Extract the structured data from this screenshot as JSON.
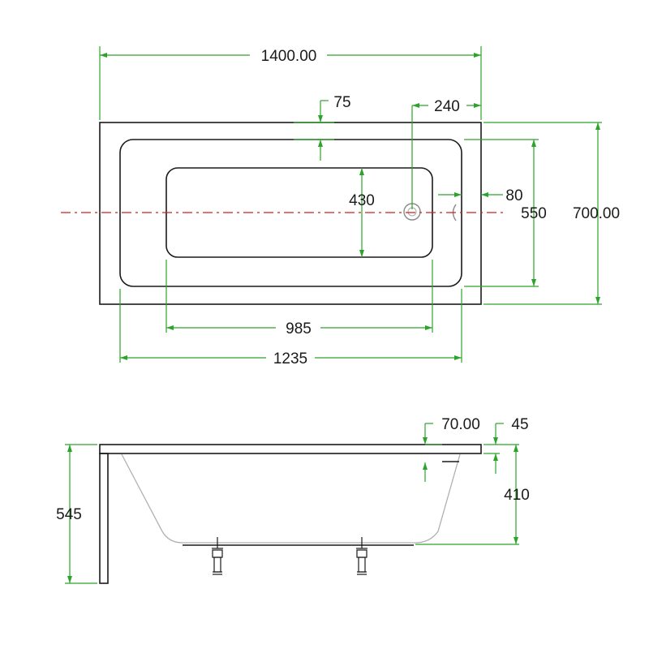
{
  "colors": {
    "outline": "#1a1a1a",
    "dimension": "#2aa52a",
    "centerline": "#cc2222",
    "light": "#b0b0b0"
  },
  "plan": {
    "overall_length": "1400.00",
    "overall_width": "700.00",
    "inner_length": "1235",
    "inner_width": "550",
    "floor_length": "985",
    "floor_width": "430",
    "rim_offset": "75",
    "drain_offset": "240",
    "overflow_offset": "80"
  },
  "elevation": {
    "total_height": "545",
    "inner_depth": "410",
    "rim_width": "70.00",
    "rim_thickness": "45"
  }
}
